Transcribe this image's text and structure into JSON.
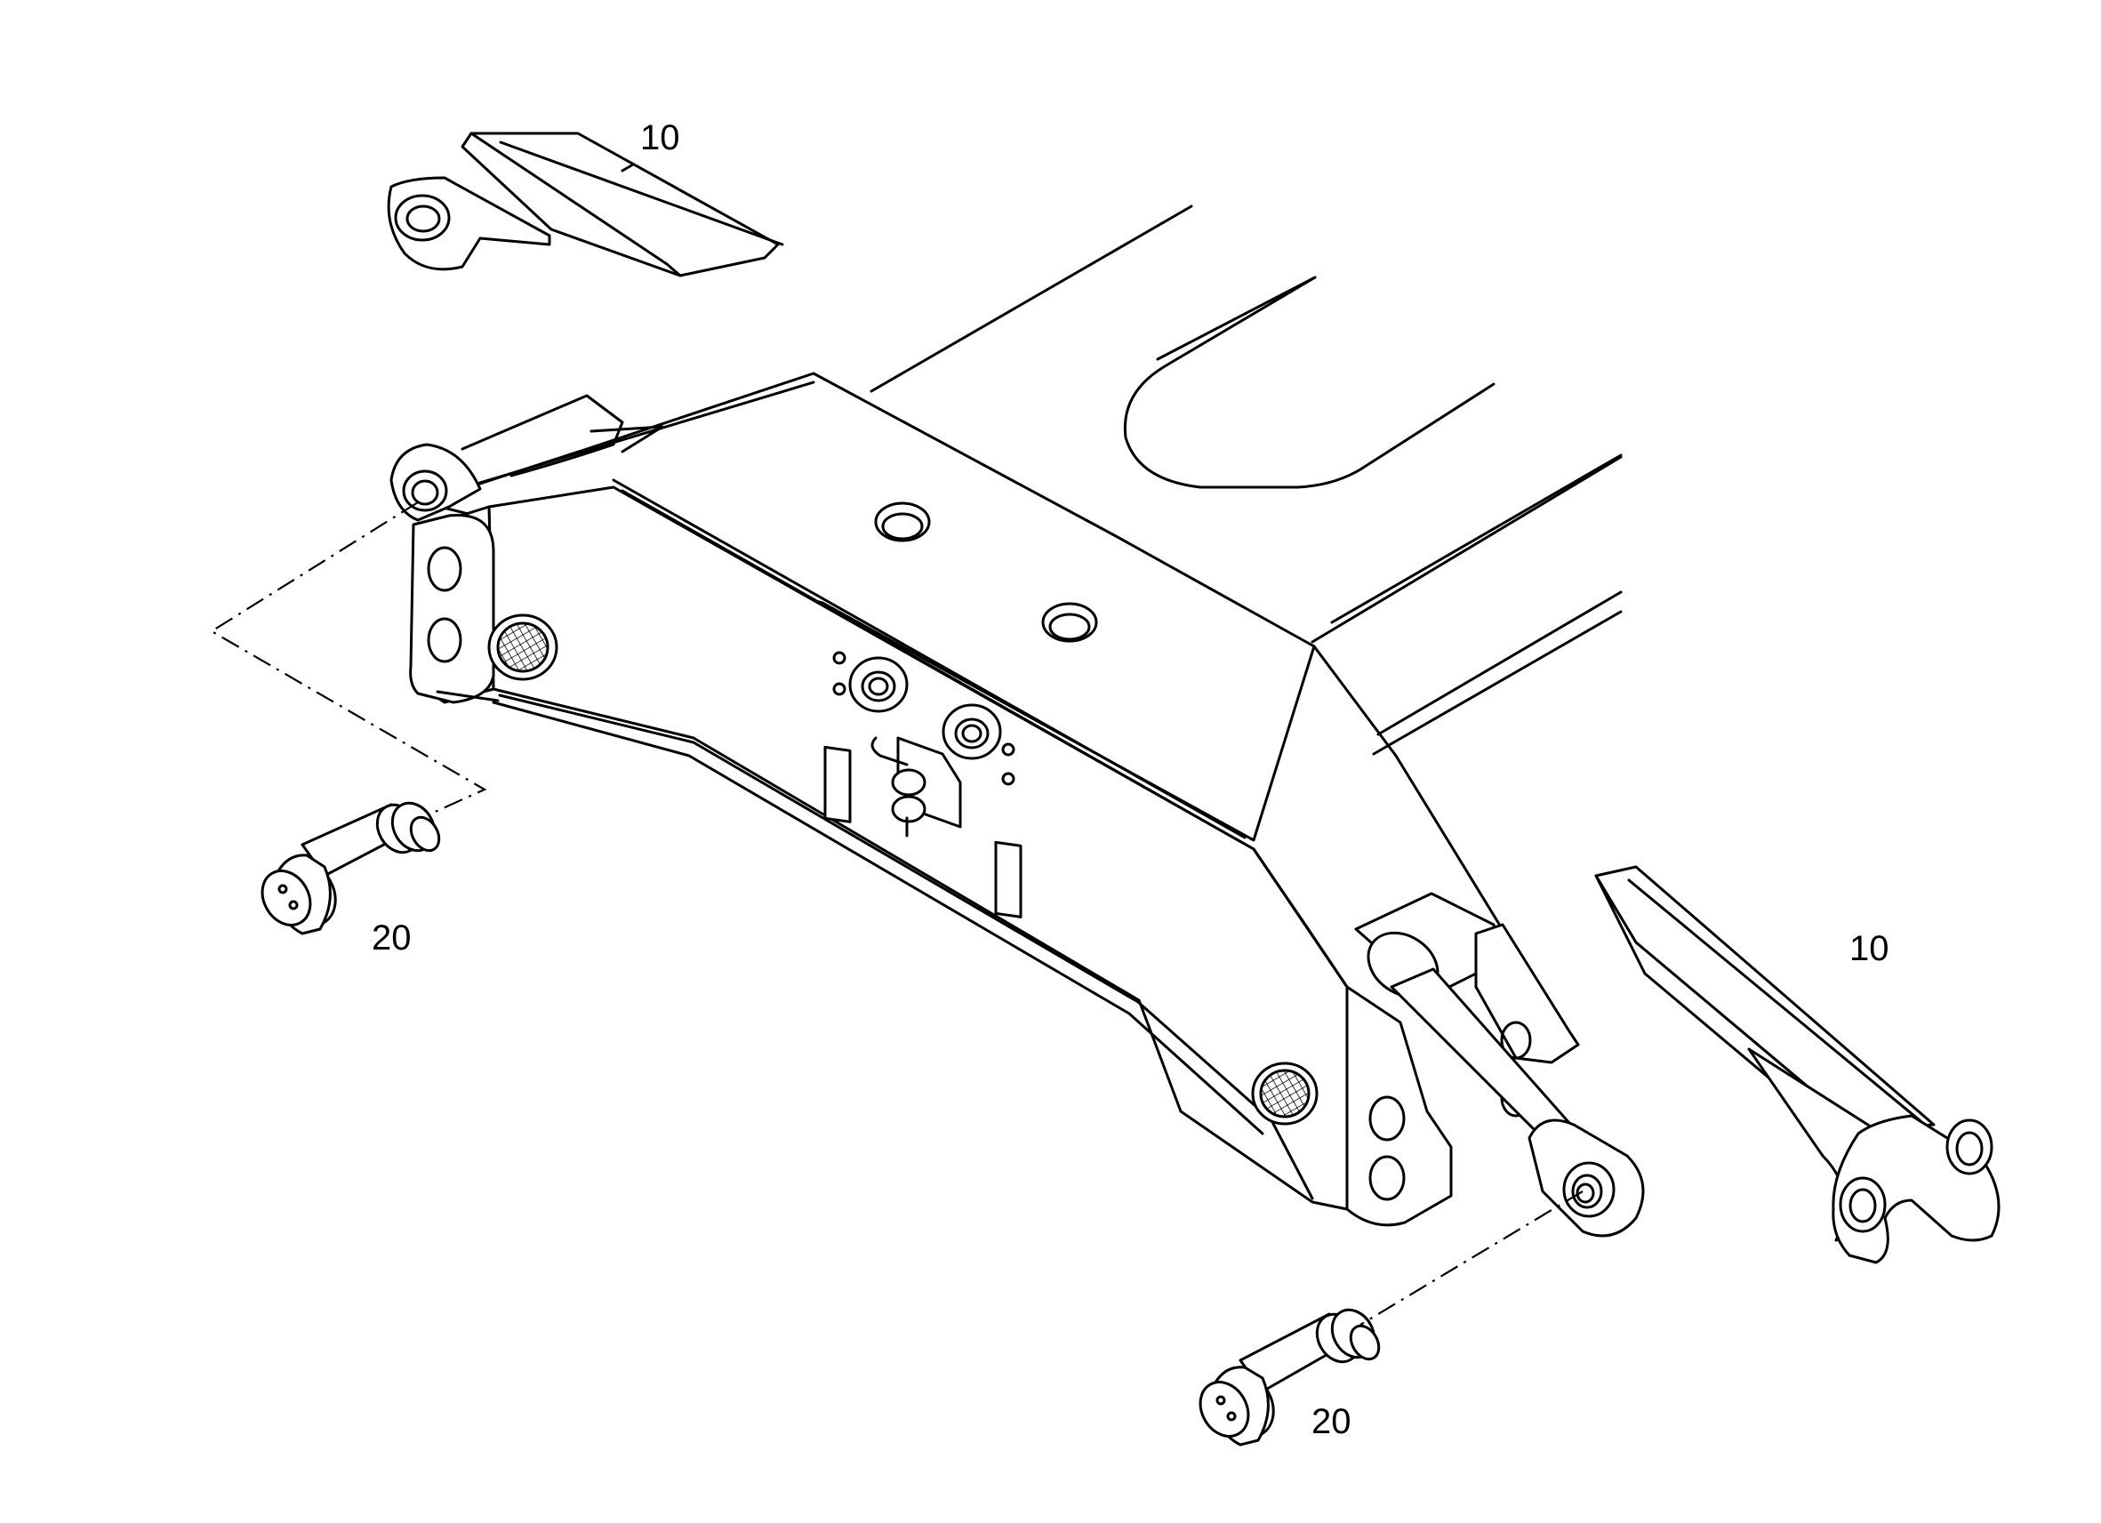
{
  "callouts": {
    "top_left_link": "10",
    "right_link": "10",
    "left_pin": "20",
    "bottom_pin": "20"
  }
}
